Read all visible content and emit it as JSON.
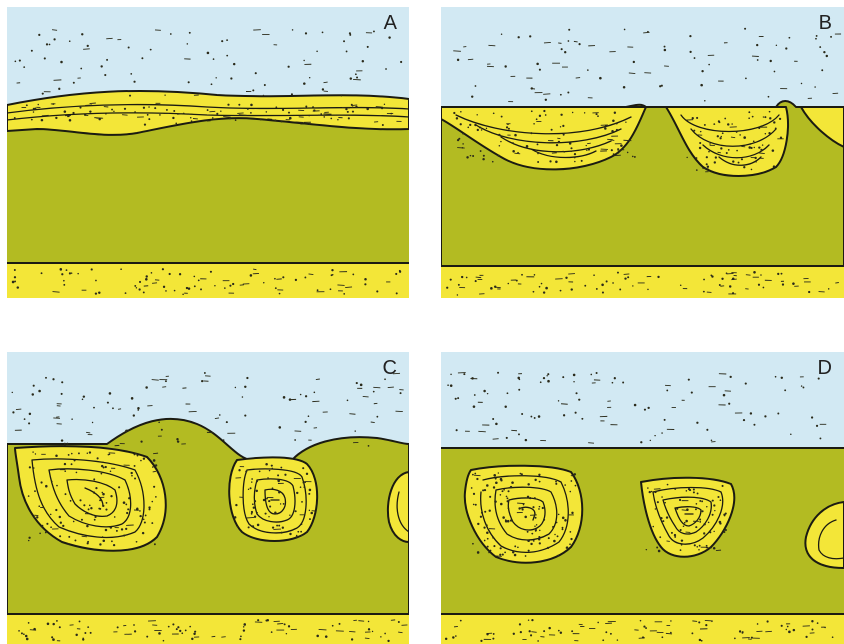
{
  "colors": {
    "water": "#d2e9f3",
    "mud": "#b3bb22",
    "sand": "#f3e638",
    "outline": "#1b1b12",
    "speckle": "#2a2a1a"
  },
  "panels": [
    {
      "label": "A"
    },
    {
      "label": "B"
    },
    {
      "label": "C"
    },
    {
      "label": "D"
    }
  ]
}
